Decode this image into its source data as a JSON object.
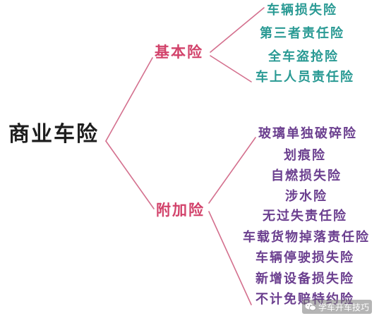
{
  "root": {
    "label": "商业车险"
  },
  "basic": {
    "label": "基本险",
    "items": [
      "车辆损失险",
      "第三者责任险",
      "全车盗抢险",
      "车上人员责任险"
    ]
  },
  "additional": {
    "label": "附加险",
    "items": [
      "玻璃单独破碎险",
      "划痕险",
      "自燃损失险",
      "涉水险",
      "无过失责任险",
      "车载货物掉落责任险",
      "车辆停驶损失险",
      "新增设备损失险",
      "不计免赔特约险"
    ]
  },
  "watermark": {
    "text": "学车开车技巧",
    "icon": "wechat-icon"
  },
  "colors": {
    "root": "#1e1e1e",
    "branch": "#d2436b",
    "basic_leaf": "#2a9a94",
    "additional_leaf": "#6b3f8f",
    "line": "#d4708e"
  }
}
